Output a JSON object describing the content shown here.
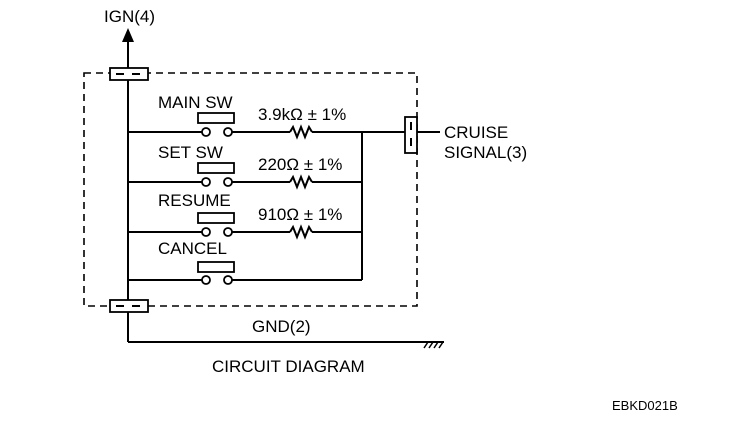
{
  "terminals": {
    "ign": "IGN(4)",
    "cruise_line1": "CRUISE",
    "cruise_line2": "SIGNAL(3)",
    "gnd": "GND(2)"
  },
  "switches": [
    {
      "name": "MAIN SW",
      "resistor": "3.9kΩ ± 1%"
    },
    {
      "name": "SET SW",
      "resistor": "220Ω ± 1%"
    },
    {
      "name": "RESUME",
      "resistor": "910Ω ± 1%"
    },
    {
      "name": "CANCEL",
      "resistor": ""
    }
  ],
  "caption": "CIRCUIT DIAGRAM",
  "code": "EBKD021B"
}
